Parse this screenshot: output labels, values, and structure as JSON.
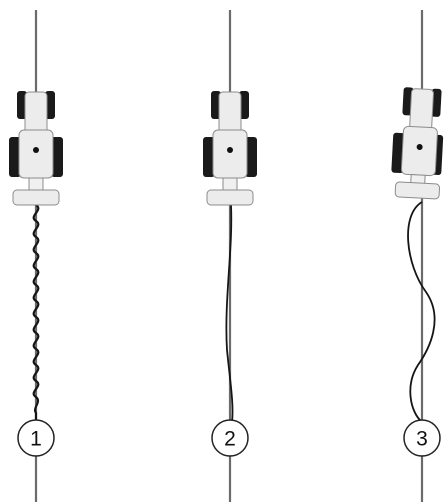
{
  "colors": {
    "guide_line": "#6b6b6b",
    "tractor_body": "#ececec",
    "tractor_outline": "#8c8c8c",
    "tire": "#1a1a1a",
    "trace": "#151515",
    "callout_fill": "#ffffff",
    "callout_stroke": "#222222"
  },
  "panels": [
    {
      "label": "1",
      "trace_style": "tight-oscillation",
      "icons": [
        "guide-line",
        "tractor-icon",
        "implement-icon"
      ]
    },
    {
      "label": "2",
      "trace_style": "gentle-drift",
      "icons": [
        "guide-line",
        "tractor-icon",
        "implement-icon"
      ]
    },
    {
      "label": "3",
      "trace_style": "wide-sway",
      "icons": [
        "guide-line",
        "tractor-icon",
        "implement-icon"
      ]
    }
  ]
}
